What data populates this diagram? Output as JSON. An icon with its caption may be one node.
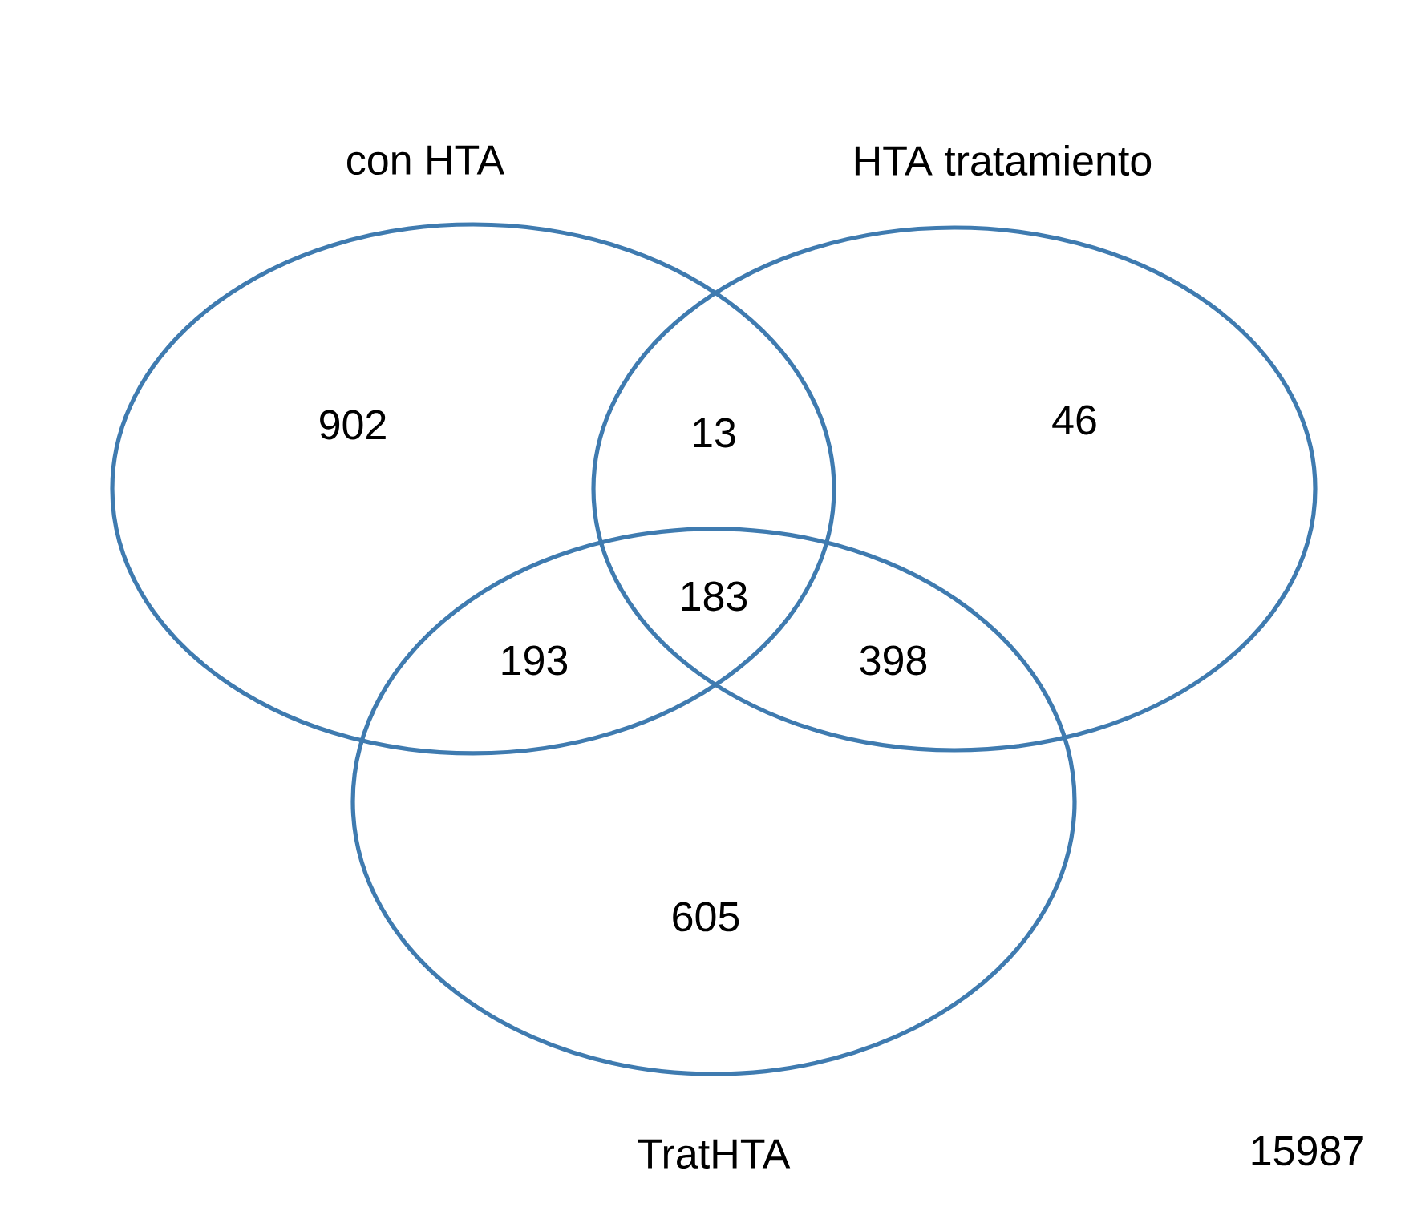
{
  "diagram": {
    "nodes": [
      {
        "text": [
          "con HTA"
        ]
      },
      {
        "text": [
          "HTA tratamiento"
        ]
      },
      {
        "text": [
          "TratHTA"
        ]
      }
    ],
    "labels": [
      "902",
      "13",
      "46",
      "183",
      "193",
      "398",
      "605",
      "15987"
    ]
  }
}
